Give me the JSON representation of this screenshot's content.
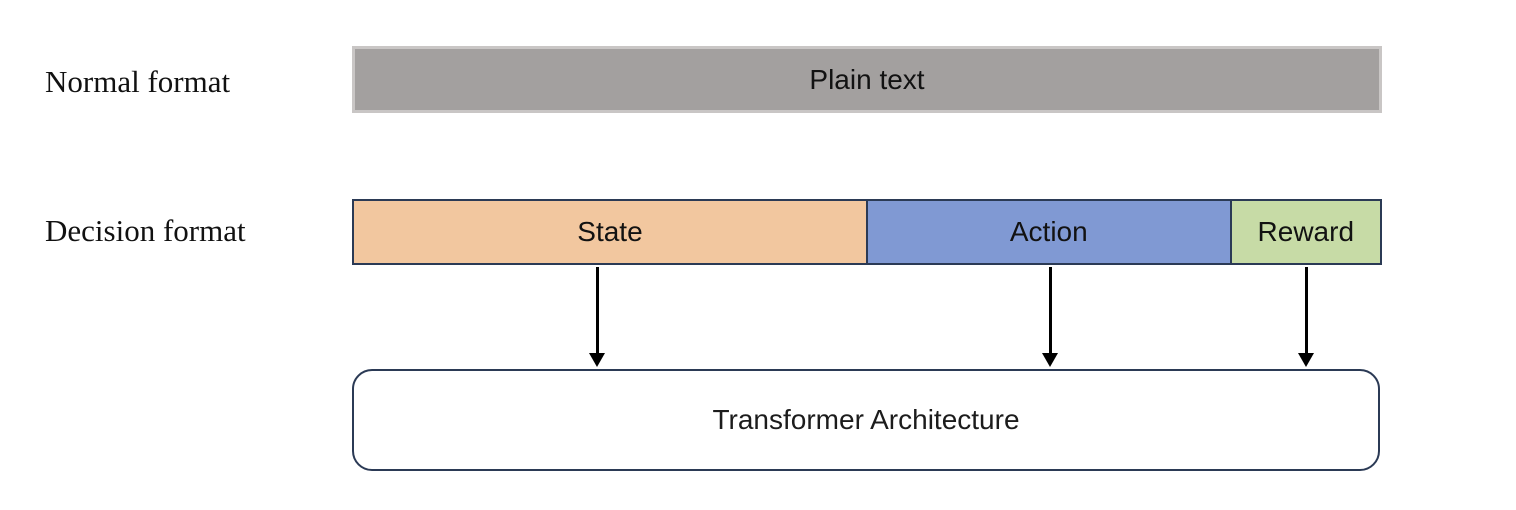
{
  "diagram": {
    "rows": {
      "normal": {
        "label": "Normal format",
        "bar": {
          "label": "Plain text",
          "fill": "#a3a09f",
          "border": "#c9c6c5"
        }
      },
      "decision": {
        "label": "Decision format",
        "segments": [
          {
            "label": "State",
            "fill": "#f2c79f"
          },
          {
            "label": "Action",
            "fill": "#8099d3"
          },
          {
            "label": "Reward",
            "fill": "#c7dba6"
          }
        ]
      }
    },
    "architecture": {
      "label": "Transformer Architecture"
    },
    "arrows": [
      {
        "from": "State"
      },
      {
        "from": "Action"
      },
      {
        "from": "Reward"
      }
    ],
    "colors": {
      "box_border": "#2b3a55",
      "arrow": "#000000",
      "text": "#121212",
      "background": "#ffffff"
    }
  }
}
